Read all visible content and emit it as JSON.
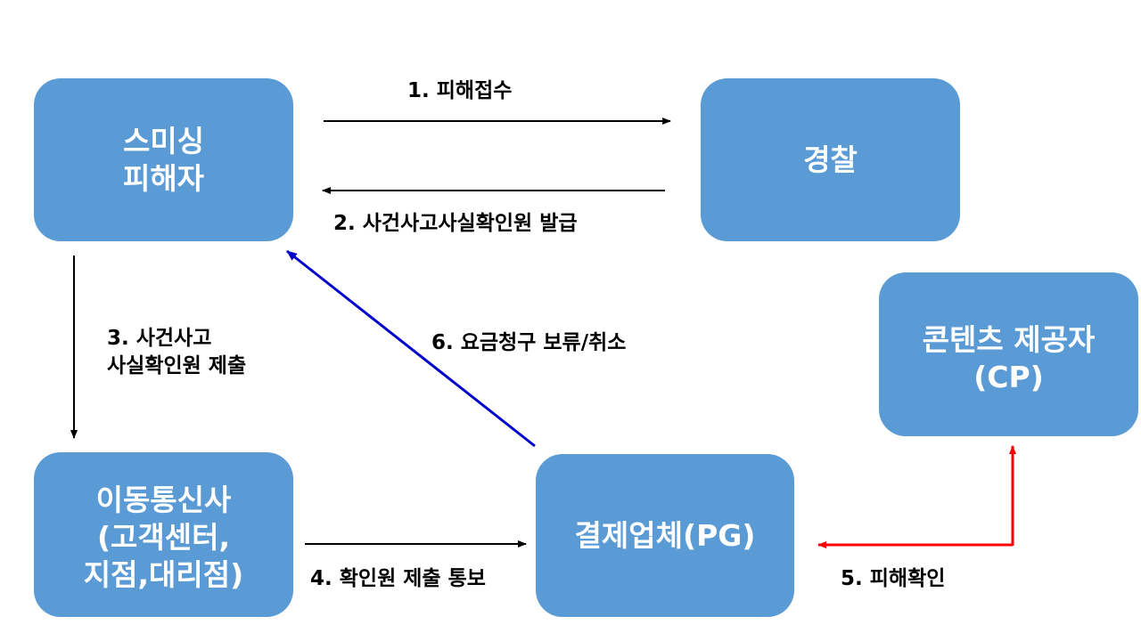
{
  "nodes": {
    "victim": "스미싱\n피해자",
    "police": "경찰",
    "telecom": "이동통신사\n(고객센터,\n지점,대리점)",
    "pg": "결제업체(PG)",
    "cp": "콘텐츠 제공자\n(CP)"
  },
  "labels": {
    "step1": "1. 피해접수",
    "step2": "2. 사건사고사실확인원 발급",
    "step3": "3. 사건사고\n사실확인원 제출",
    "step4": "4. 확인원 제출 통보",
    "step5": "5. 피해확인",
    "step6": "6. 요금청구 보류/취소"
  },
  "colors": {
    "box": "#5b9bd5",
    "arrow_default": "#000000",
    "arrow_step5": "#ff0000",
    "arrow_step6": "#0000cc"
  }
}
